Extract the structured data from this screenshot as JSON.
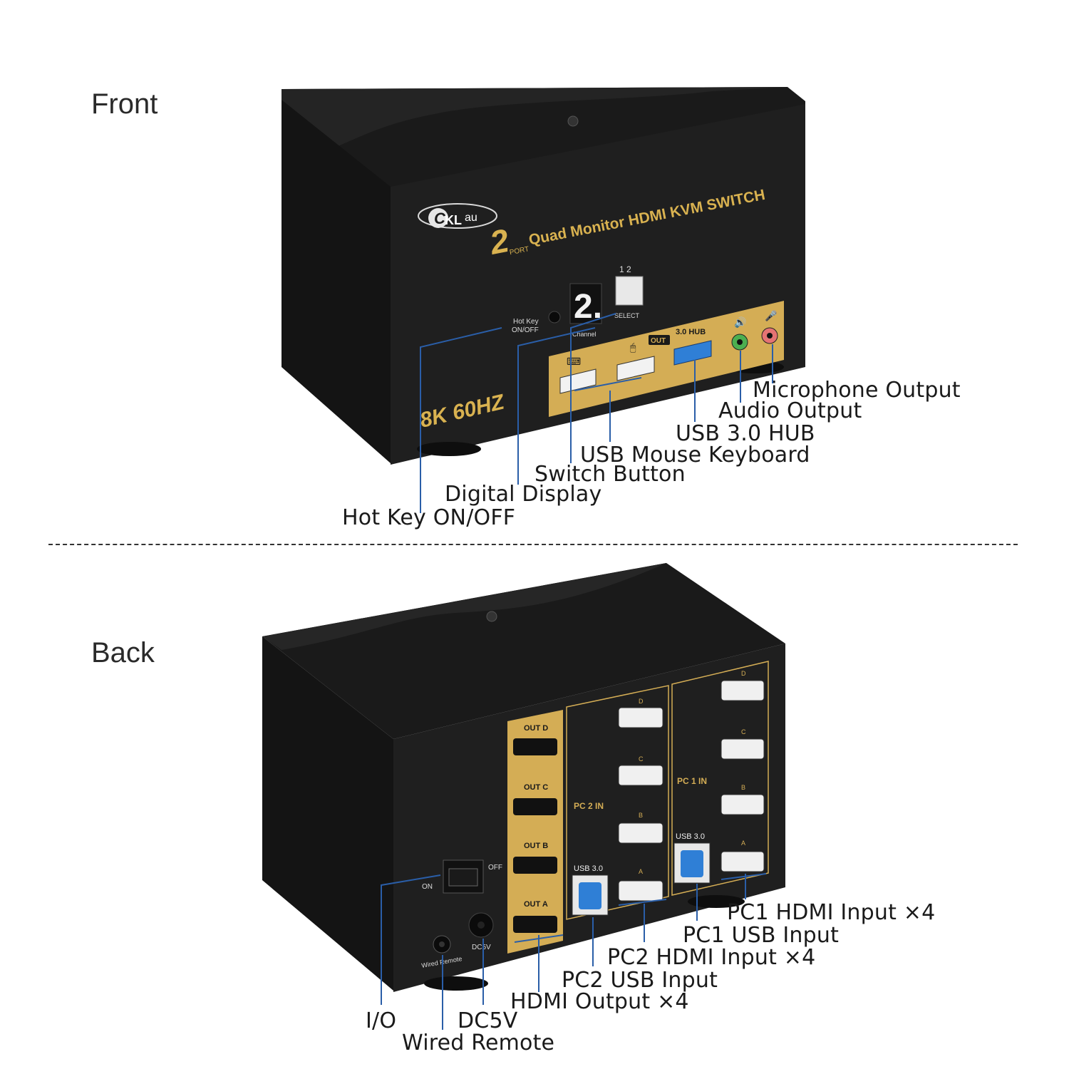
{
  "sections": {
    "front_title": "Front",
    "back_title": "Back"
  },
  "front": {
    "brand_logo": "CKLau",
    "brand_logo_kl": "KL",
    "brand_logo_au": "au",
    "model_title": "Quad Monitor HDMI KVM SWITCH",
    "port_count": "2",
    "port_word": "PORT",
    "resolution_badge": "8K 60HZ",
    "digital_display_value": "2.",
    "digital_display_label": "Channel",
    "hotkey_label_line1": "Hot Key",
    "hotkey_label_line2": "ON/OFF",
    "select_label": "SELECT",
    "select_top_label": "1 2",
    "usb_hub_label": "3.0 HUB",
    "out_label": "OUT",
    "callouts": {
      "microphone": "Microphone Output",
      "audio": "Audio Output",
      "usb_hub": "USB 3.0 HUB",
      "mouse_keyboard": "USB Mouse Keyboard",
      "switch_button": "Switch Button",
      "digital_display": "Digital Display",
      "hot_key": "Hot Key ON/OFF"
    }
  },
  "back": {
    "outputs": [
      "OUT D",
      "OUT C",
      "OUT B",
      "OUT A"
    ],
    "pc2_label": "PC 2 IN",
    "pc1_label": "PC 1 IN",
    "pc2_usb_label": "USB 3.0",
    "pc1_usb_label": "USB 3.0",
    "port_letters": [
      "D",
      "C",
      "B",
      "A"
    ],
    "switch_on": "ON",
    "switch_off": "OFF",
    "dc_label": "DC5V",
    "wired_remote_label": "Wired Remote",
    "callouts": {
      "pc1_hdmi": "PC1 HDMI Input ×4",
      "pc1_usb": "PC1 USB Input",
      "pc2_hdmi": "PC2 HDMI Input ×4",
      "pc2_usb": "PC2 USB Input",
      "hdmi_output": "HDMI Output ×4",
      "io": "I/O",
      "dc5v": "DC5V",
      "wired_remote": "Wired Remote"
    }
  },
  "colors": {
    "device_body": "#1c1c1c",
    "device_top": "#111111",
    "gold_panel": "#d4ad55",
    "leader_line": "#2a5ea8",
    "usb3_blue": "#2f7fd6"
  }
}
